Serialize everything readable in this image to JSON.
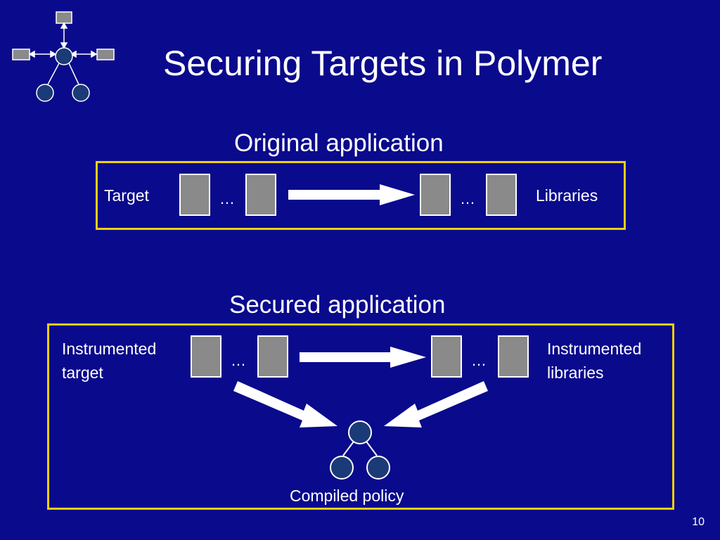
{
  "slide": {
    "title": "Securing Targets in Polymer",
    "page_number": "10"
  },
  "original": {
    "heading": "Original application",
    "left_label": "Target",
    "right_label": "Libraries",
    "ellipsis": "…"
  },
  "secured": {
    "heading": "Secured application",
    "left_label_line1": "Instrumented",
    "left_label_line2": "target",
    "right_label_line1": "Instrumented",
    "right_label_line2": "libraries",
    "ellipsis": "…",
    "policy_label": "Compiled policy"
  },
  "colors": {
    "background": "#0a0a8c",
    "border": "#f0d000",
    "block_fill": "#8a8a8a",
    "node_fill": "#1b3a78"
  }
}
